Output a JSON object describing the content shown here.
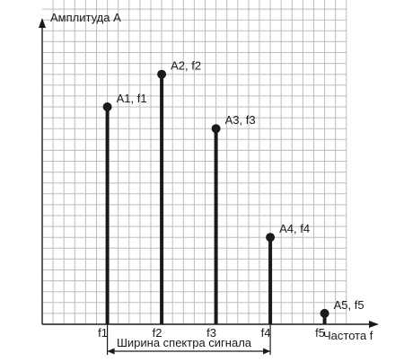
{
  "chart_data": {
    "type": "stem",
    "title": "",
    "ylabel": "Амплитуда А",
    "xlabel": "Частота f",
    "grid": true,
    "series": [
      {
        "freq_label": "f1",
        "label": "A1, f1",
        "amplitude": 20,
        "grid_col": 6
      },
      {
        "freq_label": "f2",
        "label": "A2, f2",
        "amplitude": 23,
        "grid_col": 11
      },
      {
        "freq_label": "f3",
        "label": "A3, f3",
        "amplitude": 18,
        "grid_col": 16
      },
      {
        "freq_label": "f4",
        "label": "A4, f4",
        "amplitude": 8,
        "grid_col": 21
      },
      {
        "freq_label": "f5",
        "label": "A5, f5",
        "amplitude": 1,
        "grid_col": 26
      }
    ],
    "ylim": [
      0,
      30
    ],
    "xlim": [
      0,
      28
    ],
    "bandwidth": {
      "label": "Ширина спектра сигнала",
      "from": "f1",
      "to": "f4"
    },
    "colors": {
      "line": "#1a1a1a",
      "grid": "#bdbdbd"
    }
  }
}
